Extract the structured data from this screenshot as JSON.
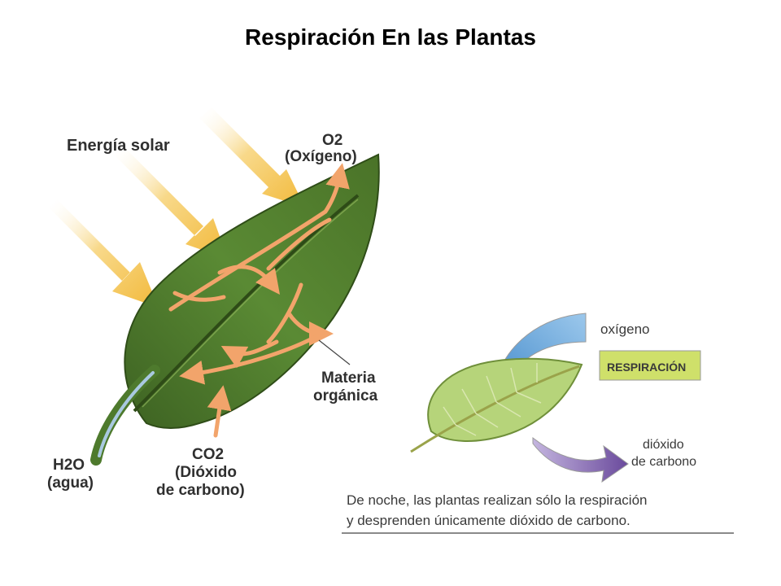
{
  "title": "Respiración En las Plantas",
  "photosynthesis": {
    "solar_energy": "Energía solar",
    "o2_formula": "O2",
    "o2_name": "(Oxígeno)",
    "organic_line1": "Materia",
    "organic_line2": "orgánica",
    "h2o_formula": "H2O",
    "h2o_name": "(agua)",
    "co2_formula": "CO2",
    "co2_name_line1": "(Dióxido",
    "co2_name_line2": "de carbono)"
  },
  "respiration": {
    "oxygen": "oxígeno",
    "badge": "RESPIRACIÓN",
    "co2_line1": "dióxido",
    "co2_line2": "de carbono",
    "caption_line1": "De noche, las plantas realizan sólo la respiración",
    "caption_line2": "y desprenden únicamente dióxido de carbono."
  },
  "colors": {
    "sun_arrow": "#f4c24a",
    "leaf": "#4f7a2e",
    "flow_arrow": "#f2a46b",
    "oxygen_arrow": "#5aa0d8",
    "co2_arrow": "#7a5aa8",
    "badge_bg": "#cfe06a"
  }
}
